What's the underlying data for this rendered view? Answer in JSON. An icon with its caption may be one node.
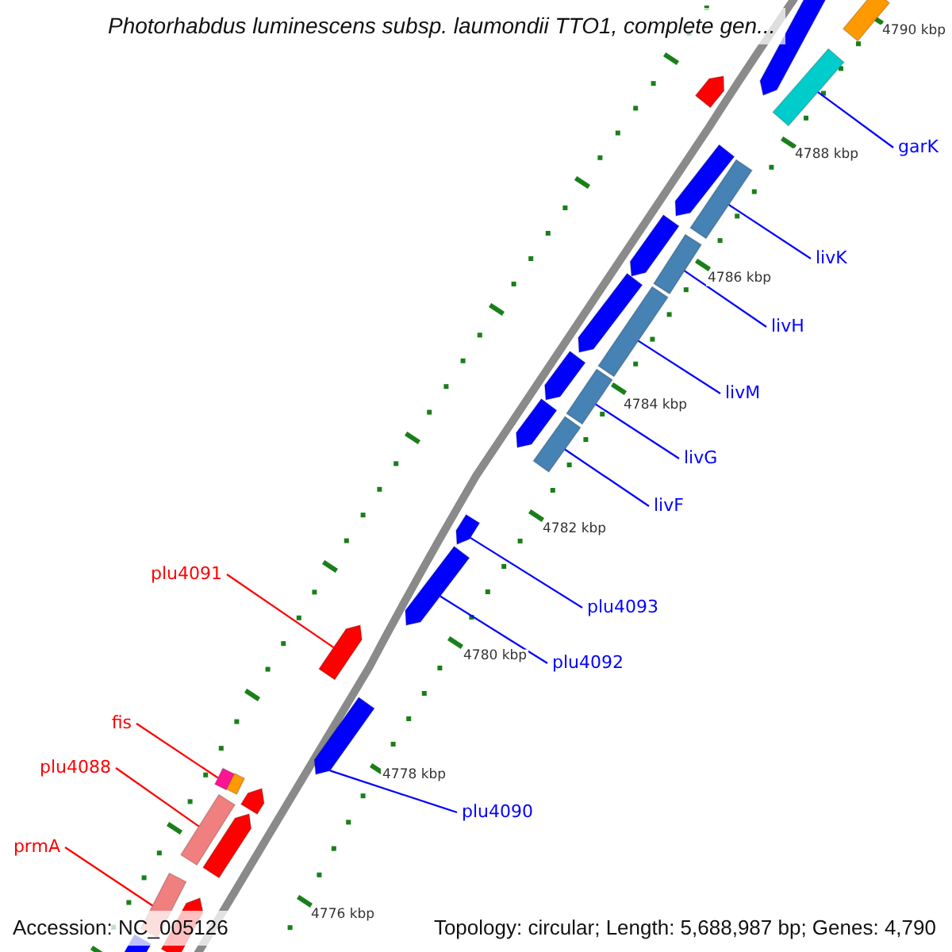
{
  "diagram": {
    "title": "Photorhabdus luminescens subsp. laumondii TTO1, complete gen...",
    "nodes": [
      {
        "text": [
          "garK"
        ]
      },
      {
        "text": [
          "livK"
        ]
      },
      {
        "text": [
          "livH"
        ]
      },
      {
        "text": [
          "livM"
        ]
      },
      {
        "text": [
          "livG"
        ]
      },
      {
        "text": [
          "livF"
        ]
      },
      {
        "text": [
          "plu4093"
        ]
      },
      {
        "text": [
          "plu4092"
        ]
      },
      {
        "text": [
          "plu4091"
        ]
      },
      {
        "text": [
          "plu4090"
        ]
      },
      {
        "text": [
          "fis"
        ]
      },
      {
        "text": [
          "plu4088"
        ]
      },
      {
        "text": [
          "prmA"
        ]
      },
      {
        "text": [],
        "shape": "bar"
      },
      {
        "text": [],
        "shape": "pentagon"
      },
      {
        "text": [],
        "shape": "bar"
      },
      {
        "text": [],
        "shape": "pentagon"
      },
      {
        "text": [],
        "shape": "pentagon"
      },
      {
        "text": [],
        "shape": "bar"
      },
      {
        "text": [],
        "shape": "pentagon"
      },
      {
        "text": [],
        "shape": "bar"
      },
      {
        "text": [],
        "shape": "pentagon"
      },
      {
        "text": [],
        "shape": "bar"
      },
      {
        "text": [],
        "shape": "pentagon"
      },
      {
        "text": [],
        "shape": "bar"
      },
      {
        "text": [],
        "shape": "pentagon"
      },
      {
        "text": [],
        "shape": "bar"
      },
      {
        "text": [],
        "shape": "pentagon"
      },
      {
        "text": [],
        "shape": "pentagon"
      },
      {
        "text": [],
        "shape": "pentagon"
      },
      {
        "text": [],
        "shape": "pentagon"
      },
      {
        "text": [],
        "shape": "box"
      },
      {
        "text": [],
        "shape": "box"
      },
      {
        "text": [],
        "shape": "pentagon"
      },
      {
        "text": [],
        "shape": "bar"
      },
      {
        "text": [],
        "shape": "pentagon"
      },
      {
        "text": [],
        "shape": "bar"
      },
      {
        "text": [],
        "shape": "pentagon"
      },
      {
        "text": [],
        "shape": "bar"
      }
    ],
    "edges": [
      {
        "from": 0,
        "to": 15,
        "arrow": "none"
      },
      {
        "from": 1,
        "to": 18,
        "arrow": "none"
      },
      {
        "from": 2,
        "to": 20,
        "arrow": "none"
      },
      {
        "from": 3,
        "to": 22,
        "arrow": "none"
      },
      {
        "from": 4,
        "to": 24,
        "arrow": "none"
      },
      {
        "from": 5,
        "to": 26,
        "arrow": "none"
      },
      {
        "from": 6,
        "to": 27,
        "arrow": "none"
      },
      {
        "from": 7,
        "to": 28,
        "arrow": "none"
      },
      {
        "from": 8,
        "to": 29,
        "arrow": "none",
        "color": "#ff0000"
      },
      {
        "from": 9,
        "to": 30,
        "arrow": "none"
      },
      {
        "from": 10,
        "to": 31,
        "arrow": "none",
        "color": "#ff0000"
      },
      {
        "from": 11,
        "to": 34,
        "arrow": "none",
        "color": "#ff0000"
      },
      {
        "from": 12,
        "to": 36,
        "arrow": "none",
        "color": "#ff0000"
      }
    ],
    "labels": [
      "4790 kbp",
      "4788 kbp",
      "4786 kbp",
      "4784 kbp",
      "4782 kbp",
      "4780 kbp",
      "4778 kbp",
      "4776 kbp",
      "Accession: NC_005126",
      "Topology: circular; Length: 5,688,987 bp; Genes: 4,790"
    ]
  }
}
